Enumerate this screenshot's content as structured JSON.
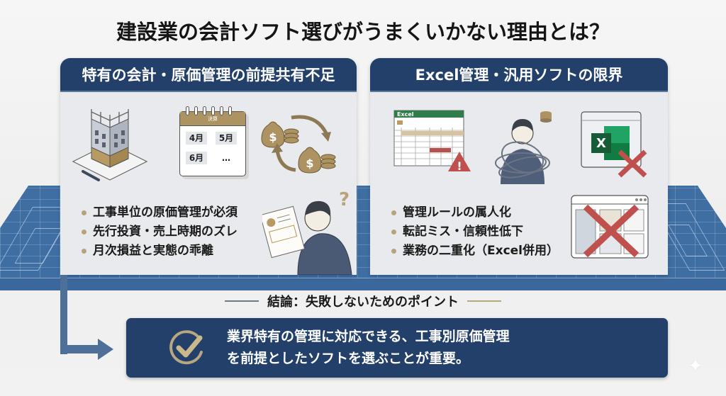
{
  "title": "建設業の会計ソフト選びがうまくいかない理由とは？",
  "left_panel": {
    "header": "特有の会計・原価管理の前提共有不足",
    "icons": [
      "building-under-construction-icon",
      "calendar-icon",
      "money-cycle-icon",
      "confused-person-document-icon"
    ],
    "calendar": {
      "header": "決算",
      "cells": [
        "4月",
        "5月",
        "6月",
        "…"
      ]
    },
    "bullets": [
      "工事単位の原価管理が必須",
      "先行投資・売上時期のズレ",
      "月次損益と実態の乖離"
    ],
    "question_mark": "?"
  },
  "right_panel": {
    "header": "Excel管理・汎用ソフトの限界",
    "icons": [
      "broken-excel-sheet-icon",
      "tangled-person-icon",
      "excel-app-crossed-icon",
      "dashboard-crossed-icon"
    ],
    "excel_label": "Excel",
    "excel_x": "X",
    "bullets": [
      "管理ルールの属人化",
      "転記ミス・信頼性低下",
      "業務の二重化（Excel併用）"
    ]
  },
  "conclusion": {
    "label": "結論：失敗しないためのポイント",
    "lines": [
      "業界特有の管理に対応できる、工事別原価管理",
      "を前提としたソフトを選ぶことが重要。"
    ]
  },
  "colors": {
    "navy": "#22406a",
    "gold": "#b8a27a",
    "blueprint": "#3f6ea3",
    "panel_bg": "#e8eaed",
    "excel_green": "#1f7a45",
    "cross_red": "#c0504d"
  }
}
